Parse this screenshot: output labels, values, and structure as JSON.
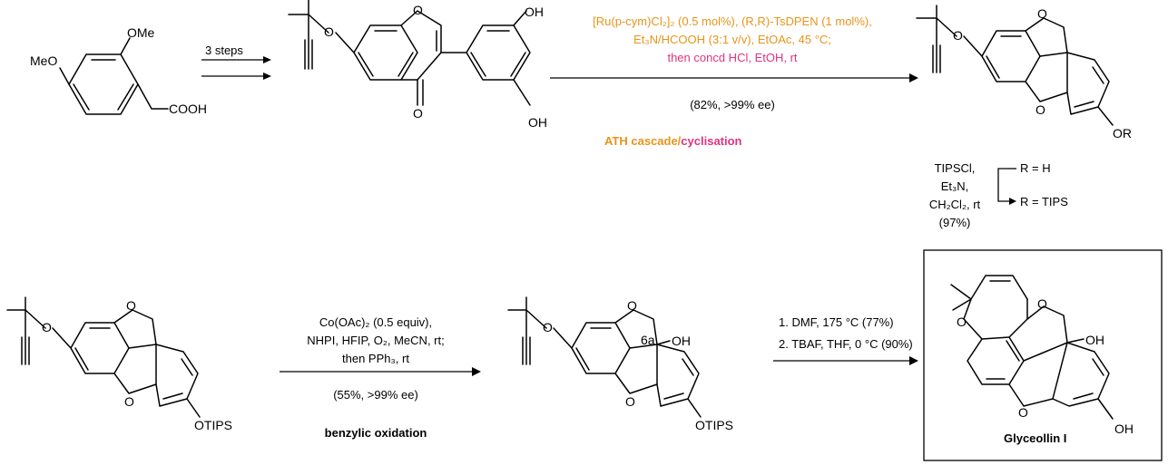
{
  "labels": {
    "sm_meo": "MeO",
    "sm_ome": "OMe",
    "sm_cooh": "COOH",
    "p1_o_ether": "O",
    "p1_o_ring": "O",
    "p1_o_carbonyl": "O",
    "p1_oh_top": "OH",
    "p1_oh_bottom": "OH",
    "p2_o_ether": "O",
    "p2_o_ring": "O",
    "p2_o_furan": "O",
    "p2_or": "OR",
    "p3_o_ether": "O",
    "p3_o_ring": "O",
    "p3_o_furan": "O",
    "p3_otips": "OTIPS",
    "p4_o_ether": "O",
    "p4_o_ring": "O",
    "p4_o_furan": "O",
    "p4_oh": "OH",
    "p4_6a": "6a",
    "p4_otips": "OTIPS",
    "g_o_pyran": "O",
    "g_o_ring": "O",
    "g_o_furan": "O",
    "g_oh_top": "OH",
    "g_oh_bottom": "OH",
    "g_name": "Glyceollin I"
  },
  "step1": {
    "label": "3 steps"
  },
  "step2": {
    "line1": "[Ru(p-cym)Cl₂]₂ (0.5 mol%), (R,R)-TsDPEN (1 mol%),",
    "line2": "Et₃N/HCOOH (3:1 v/v), EtOAc, 45 °C;",
    "line3": "then concd HCl, EtOH, rt",
    "yield": "(82%, >99% ee)",
    "title_a": "ATH cascade/",
    "title_b": "cyclisation"
  },
  "protection": {
    "reagent1": "TIPSCl,",
    "reagent2": "Et₃N,",
    "reagent3": "CH₂Cl₂, rt",
    "yield": "(97%)",
    "from": "R = H",
    "to": "R = TIPS"
  },
  "step3": {
    "line1": "Co(OAc)₂ (0.5 equiv),",
    "line2": "NHPI, HFIP, O₂, MeCN, rt;",
    "line3": "then PPh₃, rt",
    "yield": "(55%, >99% ee)",
    "title": "benzylic oxidation"
  },
  "step4": {
    "line1": "1. DMF, 175 °C (77%)",
    "line2": "2. TBAF, THF, 0 °C (90%)"
  },
  "colors": {
    "orange": "#e8941a",
    "pink": "#e0337e"
  }
}
